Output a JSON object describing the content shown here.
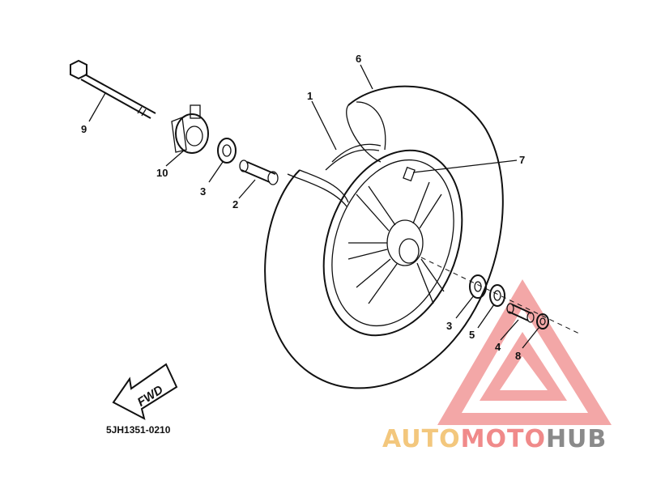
{
  "diagram": {
    "callouts": {
      "c1": "1",
      "c2": "2",
      "c3a": "3",
      "c3b": "3",
      "c4": "4",
      "c5": "5",
      "c6": "6",
      "c7": "7",
      "c8": "8",
      "c9": "9",
      "c10": "10"
    },
    "fwd_label": "FWD",
    "part_code": "5JH1351-0210"
  },
  "watermark": {
    "part1": "AUTO",
    "part2": "MOTO",
    "part3": "HUB",
    "colors": {
      "auto": "#f3c77d",
      "moto": "#f08a8a",
      "hub": "#8a8a8a",
      "triangle": "#f08a8a"
    }
  }
}
